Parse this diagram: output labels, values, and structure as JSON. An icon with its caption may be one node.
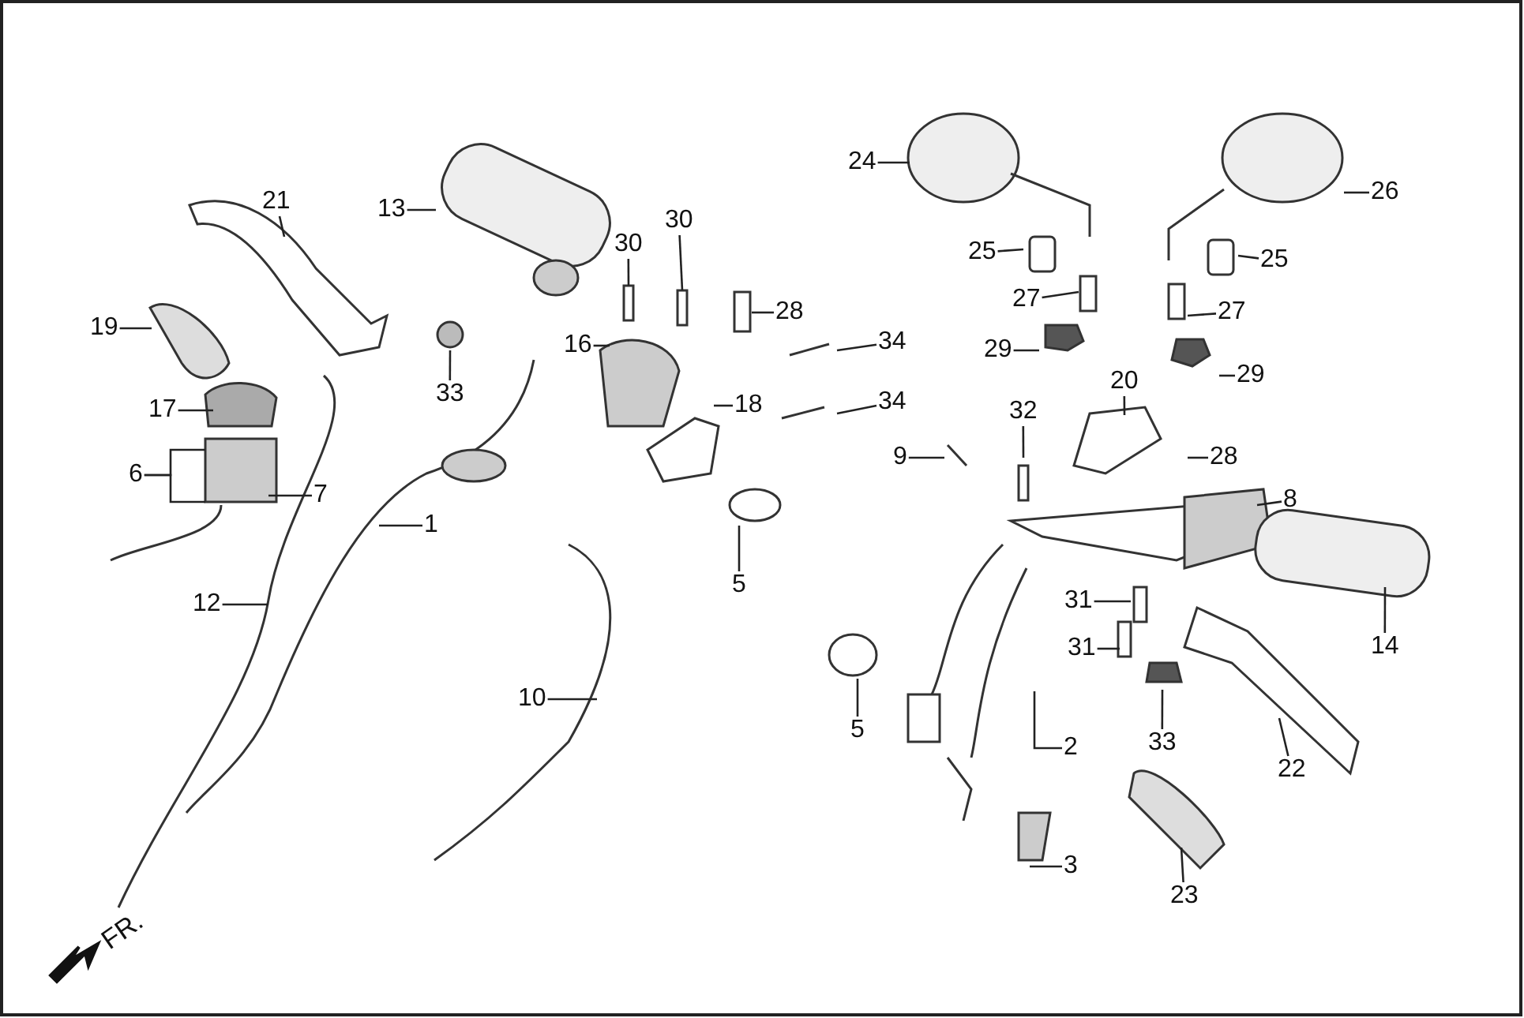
{
  "diagram": {
    "nodes": [
      {
        "text": [
          "21"
        ]
      },
      {
        "text": [
          "19"
        ]
      },
      {
        "text": [
          "13"
        ]
      },
      {
        "text": [
          "30"
        ]
      },
      {
        "text": [
          "30"
        ]
      },
      {
        "text": [
          "24"
        ]
      },
      {
        "text": [
          "26"
        ]
      },
      {
        "text": [
          "25"
        ]
      },
      {
        "text": [
          "25"
        ]
      },
      {
        "text": [
          "27"
        ]
      },
      {
        "text": [
          "27"
        ]
      },
      {
        "text": [
          "28"
        ]
      },
      {
        "text": [
          "29"
        ]
      },
      {
        "text": [
          "29"
        ]
      },
      {
        "text": [
          "34"
        ]
      },
      {
        "text": [
          "16"
        ]
      },
      {
        "text": [
          "33"
        ]
      },
      {
        "text": [
          "20"
        ]
      },
      {
        "text": [
          "17"
        ]
      },
      {
        "text": [
          "34"
        ]
      },
      {
        "text": [
          "18"
        ]
      },
      {
        "text": [
          "32"
        ]
      },
      {
        "text": [
          "9"
        ]
      },
      {
        "text": [
          "28"
        ]
      },
      {
        "text": [
          "6"
        ]
      },
      {
        "text": [
          "7"
        ]
      },
      {
        "text": [
          "8"
        ]
      },
      {
        "text": [
          "1"
        ]
      },
      {
        "text": [
          "5"
        ]
      },
      {
        "text": [
          "12"
        ]
      },
      {
        "text": [
          "31"
        ]
      },
      {
        "text": [
          "31"
        ]
      },
      {
        "text": [
          "14"
        ]
      },
      {
        "text": [
          "10"
        ]
      },
      {
        "text": [
          "5"
        ]
      },
      {
        "text": [
          "33"
        ]
      },
      {
        "text": [
          "2"
        ]
      },
      {
        "text": [
          "22"
        ]
      },
      {
        "text": [
          "3"
        ]
      },
      {
        "text": [
          "23"
        ]
      }
    ],
    "edges": [
      {
        "from": 0,
        "to": null,
        "arrow": "none"
      },
      {
        "from": 1,
        "to": null,
        "arrow": "none"
      },
      {
        "from": 2,
        "to": null,
        "arrow": "none"
      },
      {
        "from": 3,
        "to": null,
        "arrow": "none"
      },
      {
        "from": 4,
        "to": null,
        "arrow": "none"
      },
      {
        "from": 5,
        "to": null,
        "arrow": "none"
      },
      {
        "from": 6,
        "to": null,
        "arrow": "none"
      },
      {
        "from": 7,
        "to": null,
        "arrow": "none"
      },
      {
        "from": 8,
        "to": null,
        "arrow": "none"
      },
      {
        "from": 9,
        "to": null,
        "arrow": "none"
      },
      {
        "from": 10,
        "to": null,
        "arrow": "none"
      },
      {
        "from": 11,
        "to": null,
        "arrow": "none"
      },
      {
        "from": 12,
        "to": null,
        "arrow": "none"
      },
      {
        "from": 13,
        "to": null,
        "arrow": "none"
      },
      {
        "from": 14,
        "to": null,
        "arrow": "none"
      },
      {
        "from": 15,
        "to": null,
        "arrow": "none"
      },
      {
        "from": 16,
        "to": null,
        "arrow": "none"
      },
      {
        "from": 17,
        "to": null,
        "arrow": "none"
      },
      {
        "from": 18,
        "to": null,
        "arrow": "none"
      },
      {
        "from": 19,
        "to": null,
        "arrow": "none"
      },
      {
        "from": 20,
        "to": null,
        "arrow": "none"
      },
      {
        "from": 21,
        "to": null,
        "arrow": "none"
      },
      {
        "from": 22,
        "to": null,
        "arrow": "none"
      },
      {
        "from": 23,
        "to": null,
        "arrow": "none"
      },
      {
        "from": 24,
        "to": null,
        "arrow": "none"
      },
      {
        "from": 24,
        "to": null,
        "arrow": "none"
      },
      {
        "from": 25,
        "to": null,
        "arrow": "none"
      },
      {
        "from": 26,
        "to": null,
        "arrow": "none"
      },
      {
        "from": 27,
        "to": null,
        "arrow": "none"
      },
      {
        "from": 28,
        "to": null,
        "arrow": "none"
      },
      {
        "from": 29,
        "to": null,
        "arrow": "none"
      },
      {
        "from": 30,
        "to": null,
        "arrow": "none"
      },
      {
        "from": 31,
        "to": null,
        "arrow": "none"
      },
      {
        "from": 32,
        "to": null,
        "arrow": "none"
      },
      {
        "from": 33,
        "to": null,
        "arrow": "none"
      },
      {
        "from": 34,
        "to": null,
        "arrow": "none"
      },
      {
        "from": 35,
        "to": null,
        "arrow": "none"
      },
      {
        "from": 36,
        "to": null,
        "arrow": "none"
      },
      {
        "from": 37,
        "to": null,
        "arrow": "none"
      },
      {
        "from": 38,
        "to": null,
        "arrow": "none"
      },
      {
        "from": 39,
        "to": null,
        "arrow": "none"
      }
    ],
    "labels": [
      "FR."
    ]
  }
}
